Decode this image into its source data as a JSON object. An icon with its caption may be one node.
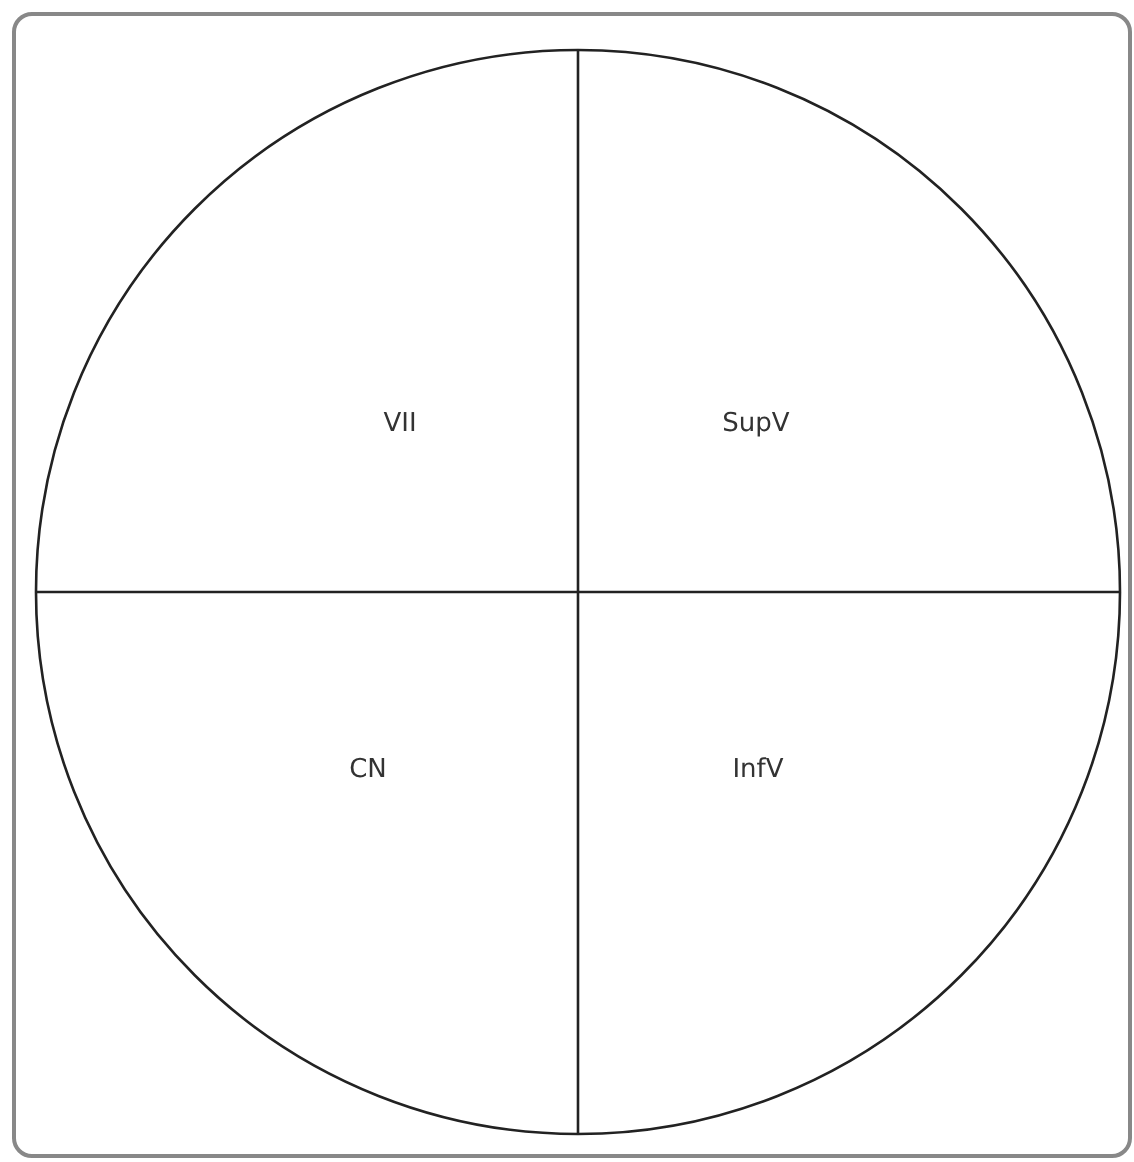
{
  "diagram": {
    "labels": [
      "VII",
      "SupV",
      "CN",
      "InfV"
    ]
  }
}
